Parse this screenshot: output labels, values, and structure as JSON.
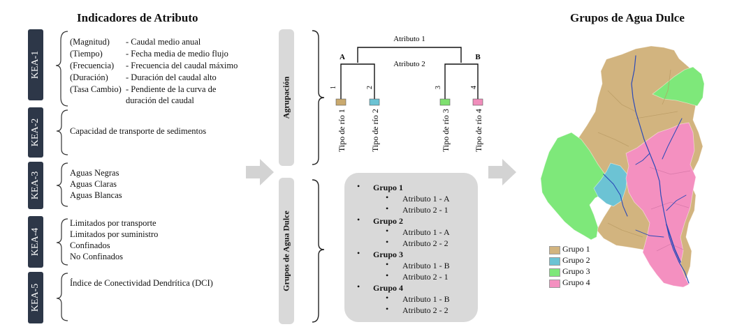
{
  "left": {
    "title": "Indicadores de Atributo",
    "kea": [
      {
        "label": "KEA-1"
      },
      {
        "label": "KEA-2"
      },
      {
        "label": "KEA-3"
      },
      {
        "label": "KEA-4"
      },
      {
        "label": "KEA-5"
      }
    ],
    "kea1_rows": [
      {
        "term": "(Magnitud)",
        "desc": "- Caudal medio anual"
      },
      {
        "term": "(Tiempo)",
        "desc": "- Fecha media de medio flujo"
      },
      {
        "term": "(Frecuencia)",
        "desc": "- Frecuencia del caudal máximo"
      },
      {
        "term": "(Duración)",
        "desc": "- Duración del caudal alto"
      },
      {
        "term": "(Tasa Cambio)",
        "desc": "- Pendiente de la curva de"
      }
    ],
    "kea1_cont": "duración del caudal",
    "kea2_text": "Capacidad de transporte de sedimentos",
    "kea3_lines": [
      "Aguas Negras",
      "Aguas Claras",
      "Aguas Blancas"
    ],
    "kea4_lines": [
      "Limitados por transporte",
      "Limitados por suministro",
      "Confinados",
      "No Confinados"
    ],
    "kea5_text": "Índice de Conectividad Dendrítica (DCI)"
  },
  "middle": {
    "agrupacion_label": "Agrupación",
    "grupos_label": "Grupos de Agua Dulce",
    "dendrogram": {
      "attr1": "Atributo 1",
      "attr2": "Atributo 2",
      "node_a": "A",
      "node_b": "B",
      "leaves": [
        {
          "num": "1",
          "label": "Tipo de río 1",
          "color": "#c9a96e"
        },
        {
          "num": "2",
          "label": "Tipo de río 2",
          "color": "#6cc3d4"
        },
        {
          "num": "3",
          "label": "Tipo de río 3",
          "color": "#7ee06f"
        },
        {
          "num": "4",
          "label": "Tipo de río 4",
          "color": "#f08dbb"
        }
      ]
    },
    "groups": [
      {
        "name": "Grupo 1",
        "a1": "Atributo 1 -  A",
        "a2": "Atributo 2 - 1"
      },
      {
        "name": "Grupo 2",
        "a1": "Atributo 1 -  A",
        "a2": "Atributo 2 - 2"
      },
      {
        "name": "Grupo 3",
        "a1": "Atributo 1 -  B",
        "a2": "Atributo 2 - 1"
      },
      {
        "name": "Grupo 4",
        "a1": "Atributo 1 -  B",
        "a2": "Atributo 2 - 2"
      }
    ]
  },
  "right": {
    "title": "Grupos de Agua Dulce",
    "legend": [
      {
        "label": "Grupo 1",
        "color": "#d2b47f"
      },
      {
        "label": "Grupo 2",
        "color": "#6cc3d4"
      },
      {
        "label": "Grupo 3",
        "color": "#7ee87a"
      },
      {
        "label": "Grupo 4",
        "color": "#f490c0"
      }
    ]
  }
}
